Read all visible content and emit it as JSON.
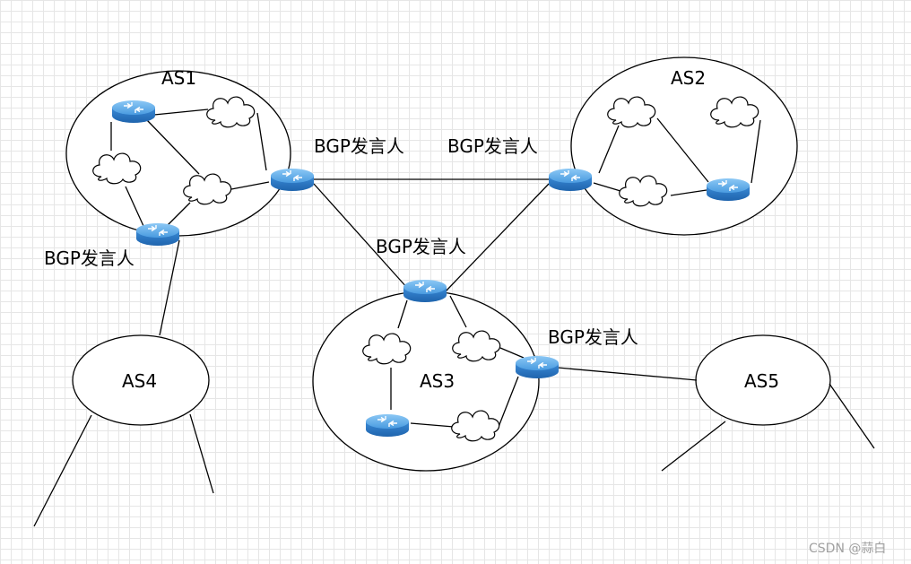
{
  "autonomous_systems": [
    {
      "label": "AS1"
    },
    {
      "label": "AS2"
    },
    {
      "label": "AS3"
    },
    {
      "label": "AS4"
    },
    {
      "label": "AS5"
    }
  ],
  "speaker_labels": [
    "BGP发言人",
    "BGP发言人",
    "BGP发言人",
    "BGP发言人",
    "BGP发言人"
  ],
  "watermark": "CSDN @蒜白",
  "colors": {
    "router_top": "#5aa8e8",
    "router_side": "#2f7fc8",
    "line": "#000000",
    "grid": "#e6e6e6"
  },
  "icons": [
    "router-icon",
    "cloud-icon"
  ]
}
